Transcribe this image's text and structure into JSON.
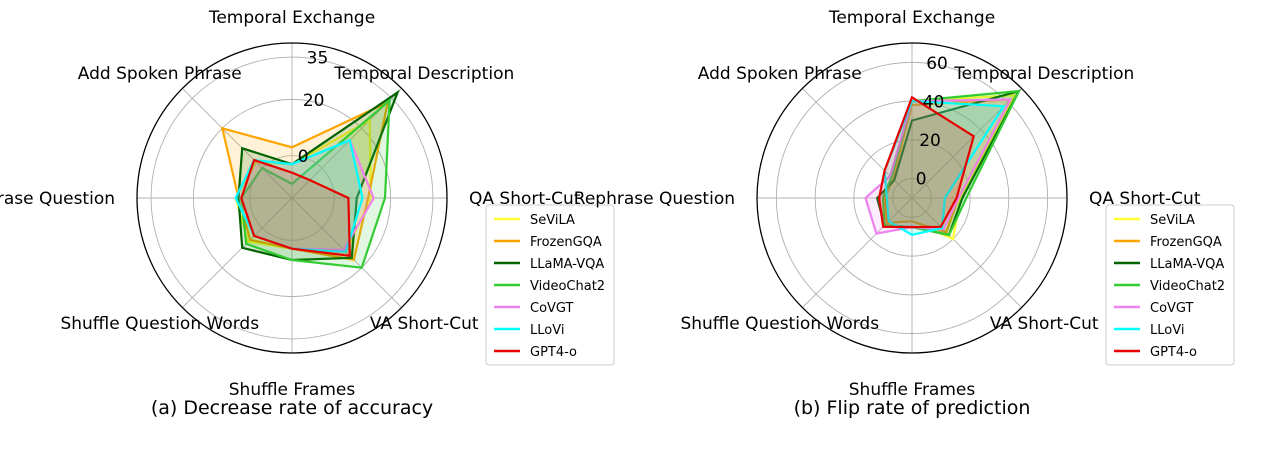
{
  "colors": {
    "SeViLA": "#ffff33",
    "FrozenGQA": "#ffa500",
    "LLaMA-VQA": "#006400",
    "VideoChat2": "#33cc33",
    "CoVGT": "#ee82ee",
    "LLoVi": "#00ffff",
    "GPT4-o": "#e60000"
  },
  "chart_data": [
    {
      "type": "radar",
      "caption": "(a) Decrease rate of accuracy",
      "axes": [
        "Temporal Exchange",
        "Temporal Description",
        "QA Short-Cut",
        "VA Short-Cut",
        "Shuffle Frames",
        "Shuffle Question Words",
        "Rephrase Question",
        "Add Spoken Phrase"
      ],
      "rlim": [
        -15,
        40
      ],
      "rticks": [
        0,
        20,
        35
      ],
      "rtick_labels": [
        "0",
        "20",
        "35"
      ],
      "grid": true,
      "legend_position": "lower-right-outside",
      "series": [
        {
          "name": "SeViLA",
          "values": [
            -3,
            24,
            13,
            12,
            3,
            7,
            5,
            3
          ]
        },
        {
          "name": "FrozenGQA",
          "values": [
            3,
            33,
            12,
            16,
            3,
            6,
            4,
            20
          ]
        },
        {
          "name": "LLaMA-VQA",
          "values": [
            -3,
            38,
            8,
            15,
            7,
            10,
            4,
            10
          ]
        },
        {
          "name": "VideoChat2",
          "values": [
            -10,
            34,
            18,
            20,
            7,
            8,
            3,
            0
          ]
        },
        {
          "name": "CoVGT",
          "values": [
            -3,
            14,
            14,
            11,
            3,
            4,
            5,
            4
          ]
        },
        {
          "name": "LLoVi",
          "values": [
            -3,
            14,
            10,
            12,
            3,
            4,
            5,
            4
          ]
        },
        {
          "name": "GPT4-o",
          "values": [
            -6,
            -6,
            5,
            14,
            3,
            4,
            3,
            4
          ]
        }
      ]
    },
    {
      "type": "radar",
      "caption": "(b) Flip rate of prediction",
      "axes": [
        "Temporal Exchange",
        "Temporal Description",
        "QA Short-Cut",
        "VA Short-Cut",
        "Shuffle Frames",
        "Shuffle Question Words",
        "Rephrase Question",
        "Add Spoken Phrase"
      ],
      "rlim": [
        -10,
        70
      ],
      "rticks": [
        0,
        20,
        40,
        60
      ],
      "rtick_labels": [
        "0",
        "20",
        "40",
        "60"
      ],
      "grid": true,
      "legend_position": "lower-right-outside",
      "series": [
        {
          "name": "SeViLA",
          "values": [
            40,
            65,
            15,
            20,
            2,
            8,
            5,
            3
          ]
        },
        {
          "name": "FrozenGQA",
          "values": [
            38,
            62,
            14,
            15,
            2,
            8,
            4,
            4
          ]
        },
        {
          "name": "LLaMA-VQA",
          "values": [
            30,
            68,
            16,
            17,
            5,
            10,
            8,
            3
          ]
        },
        {
          "name": "VideoChat2",
          "values": [
            40,
            68,
            18,
            17,
            5,
            10,
            5,
            5
          ]
        },
        {
          "name": "CoVGT",
          "values": [
            40,
            62,
            14,
            13,
            5,
            16,
            14,
            6
          ]
        },
        {
          "name": "LLoVi",
          "values": [
            40,
            57,
            7,
            12,
            9,
            7,
            3,
            10
          ]
        },
        {
          "name": "GPT4-o",
          "values": [
            42,
            35,
            13,
            11,
            5,
            11,
            7,
            10
          ]
        }
      ]
    }
  ]
}
